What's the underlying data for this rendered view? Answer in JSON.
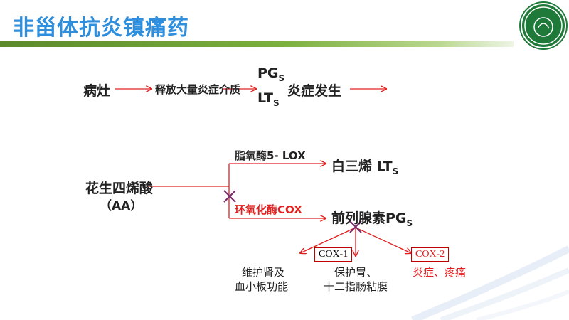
{
  "title": "非甾体抗炎镇痛药",
  "flow1": {
    "start": "病灶",
    "mediator": "释放大量炎症介质",
    "pg": "PG",
    "pg_sub": "S",
    "lt": "LT",
    "lt_sub": "S",
    "result": "炎症发生"
  },
  "flow2": {
    "source": "花生四烯酸",
    "source_abbr": "（AA）",
    "lox_label": "脂氧酶5- LOX",
    "lox_product": "白三烯 LT",
    "lox_product_sub": "S",
    "cox_label": "环氧化酶COX",
    "cox_product": "前列腺素PG",
    "cox_product_sub": "S"
  },
  "cox_types": {
    "cox1": "COX-1",
    "cox2": "COX-2"
  },
  "effects": {
    "left_line1": "维护肾及",
    "left_line2": "血小板功能",
    "mid_line1": "保护胃、",
    "mid_line2": "十二指肠粘膜",
    "right": "炎症、疼痛"
  },
  "colors": {
    "title": "#2f8fdc",
    "arrow": "#e02020",
    "inhibit_mark": "#7a2a6a",
    "accent_bar": "#7ab03c"
  }
}
